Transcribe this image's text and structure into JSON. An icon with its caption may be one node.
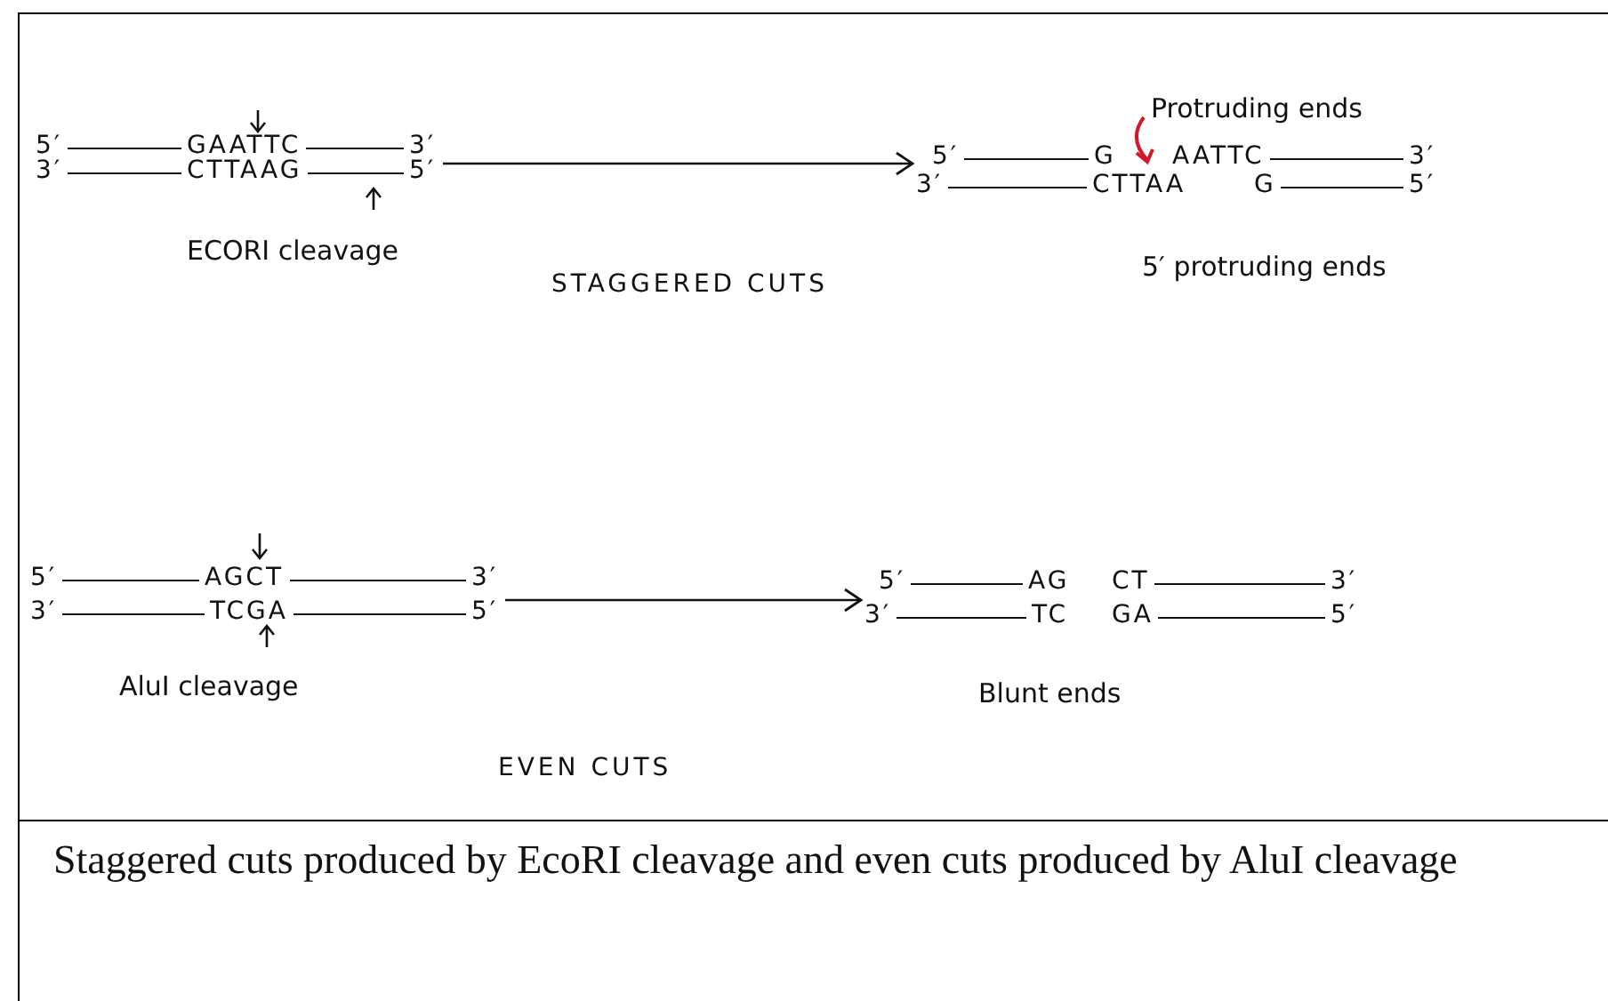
{
  "diagram": {
    "caption": "Staggered cuts produced by EcoRI cleavage and even cuts produced by AluI cleavage",
    "nodes": [
      {
        "text": [
          "5′",
          "GAATTC",
          "3′",
          "3′",
          "CTTAAG",
          "5′"
        ],
        "beside": [
          "ECORI cleavage"
        ]
      },
      {
        "text": [
          "5′",
          "G",
          "AATTC",
          "3′",
          "3′",
          "CTTAA",
          "G",
          "5′"
        ],
        "beside": [
          "Protruding ends",
          "5′ protruding ends"
        ]
      },
      {
        "text": [
          "5′",
          "AGCT",
          "3′",
          "3′",
          "TCGA",
          "5′"
        ],
        "beside": [
          "AluI cleavage"
        ]
      },
      {
        "text": [
          "5′",
          "AG",
          "CT",
          "3′",
          "3′",
          "TC",
          "GA",
          "5′"
        ],
        "beside": [
          "Blunt ends"
        ]
      }
    ],
    "edges": [
      {
        "from": 0,
        "to": 1,
        "arrow": "to"
      },
      {
        "from": 2,
        "to": 3,
        "arrow": "to"
      }
    ],
    "labels": [
      "STAGGERED CUTS",
      "EVEN CUTS"
    ]
  }
}
